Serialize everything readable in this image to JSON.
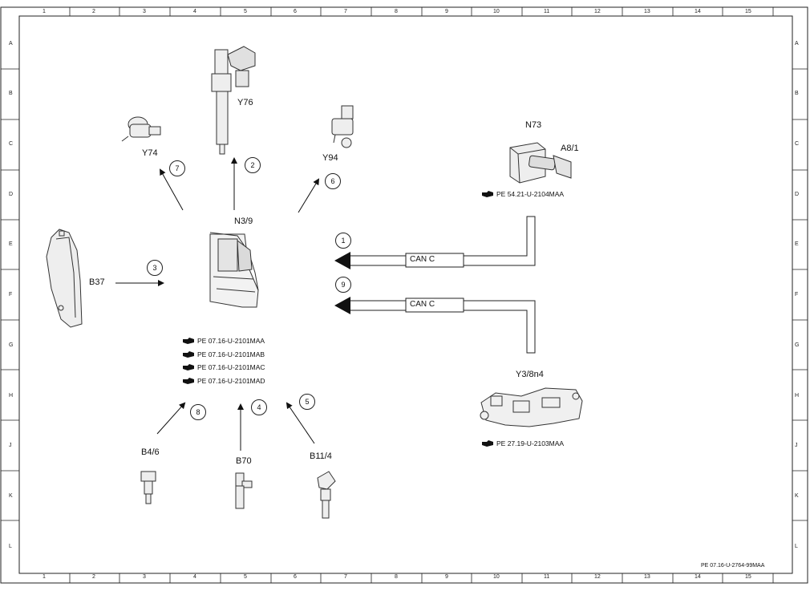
{
  "grid": {
    "columns": [
      "1",
      "2",
      "3",
      "4",
      "5",
      "6",
      "7",
      "8",
      "9",
      "10",
      "11",
      "12",
      "13",
      "14",
      "15"
    ],
    "rows": [
      "A",
      "B",
      "C",
      "D",
      "E",
      "F",
      "G",
      "H",
      "J",
      "K",
      "L"
    ]
  },
  "components": {
    "ecu": "N3/9",
    "injector": "Y76",
    "y74": "Y74",
    "y94": "Y94",
    "pedal": "B37",
    "n73": "N73",
    "a81": "A8/1",
    "y38n4": "Y3/8n4",
    "b46": "B4/6",
    "b70": "B70",
    "b114": "B11/4"
  },
  "refs": {
    "n73": "PE 54.21-U-2104MAA",
    "ecu": [
      "PE 07.16-U-2101MAA",
      "PE 07.16-U-2101MAB",
      "PE 07.16-U-2101MAC",
      "PE 07.16-U-2101MAD"
    ],
    "y38n4": "PE 27.19-U-2103MAA"
  },
  "markers": [
    "1",
    "2",
    "3",
    "4",
    "5",
    "6",
    "7",
    "8",
    "9"
  ],
  "can": {
    "top": "CAN C",
    "bottom": "CAN C"
  },
  "doc_id": "PE 07.16-U-2764-99MAA"
}
